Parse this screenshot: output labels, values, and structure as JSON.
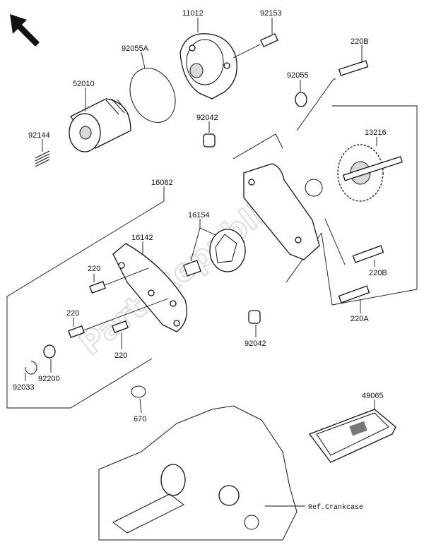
{
  "watermark": "PartsRepublik",
  "reference_label": "Ref.Crankcase",
  "callouts": {
    "c11012": "11012",
    "c92153": "92153",
    "c92055A": "92055A",
    "c220B_top": "220B",
    "c92055": "92055",
    "c52010": "52010",
    "c92042_top": "92042",
    "c92144": "92144",
    "c13216": "13216",
    "c16082": "16082",
    "c16154": "16154",
    "c16142": "16142",
    "c220_a": "220",
    "c220B_mid": "220B",
    "c220_b": "220",
    "c220_c": "220",
    "c220A": "220A",
    "c92042_bot": "92042",
    "c92200": "92200",
    "c92033": "92033",
    "c670": "670",
    "c49065": "49065"
  }
}
